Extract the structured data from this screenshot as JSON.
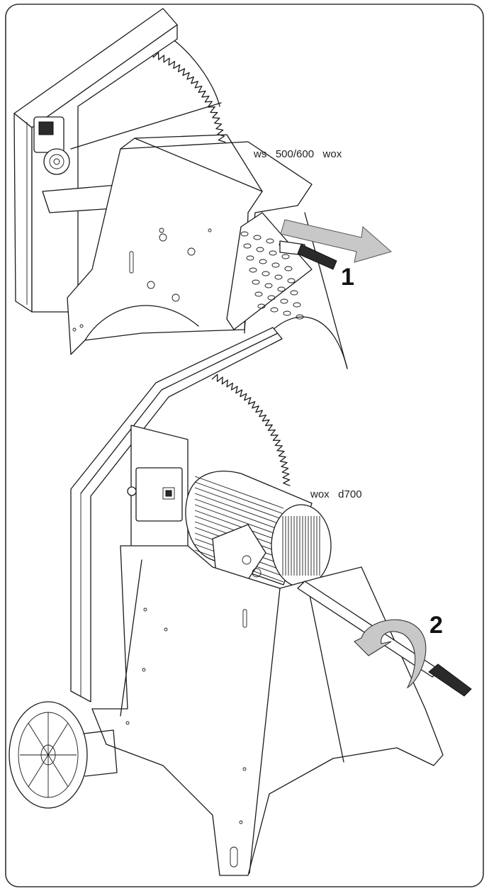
{
  "labels": {
    "model_top": "ws   500/600   wox",
    "model_bottom": "wox   d700",
    "step_1": "1",
    "step_2": "2"
  },
  "colors": {
    "line": "#1a1a1a",
    "arrow_fill": "#c8c8c8",
    "handle": "#2a2a2a",
    "background": "#ffffff"
  },
  "icons": {
    "arrow_1": "pull-out-arrow",
    "arrow_2": "rotate-arrow"
  }
}
